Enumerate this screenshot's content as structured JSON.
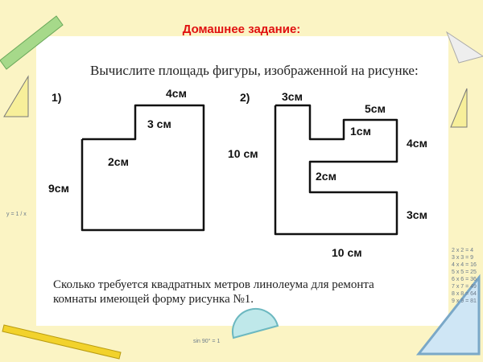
{
  "title": "Домашнее задание:",
  "task": "Вычислите площадь фигуры, изображенной на рисунке:",
  "figure1": {
    "number": "1)",
    "labels": {
      "top": "4см",
      "step_height": "3 см",
      "step_width": "2см",
      "left": "9см"
    }
  },
  "figure2": {
    "number": "2)",
    "labels": {
      "top_left": "3см",
      "top_right": "5см",
      "notch": "1см",
      "right_upper": "4см",
      "left": "10 см",
      "gap": "2см",
      "right_lower": "3см",
      "bottom": "10 см"
    }
  },
  "question": "Сколько требуется квадратных метров линолеума для ремонта комнаты имеющей форму рисунка №1.",
  "decorations": {
    "times_table": [
      "2 x 2 = 4",
      "3 x 3 = 9",
      "4 x 4 = 16",
      "5 x 5 = 25",
      "6 x 6 = 36",
      "7 x 7 = 49",
      "8 x 8 = 64",
      "9 x 9 = 81"
    ],
    "formula_sine": "y = 1 / x",
    "formula_sin90": "sin 90° = 1"
  },
  "colors": {
    "background": "#fbf4c4",
    "title": "#e01010"
  }
}
